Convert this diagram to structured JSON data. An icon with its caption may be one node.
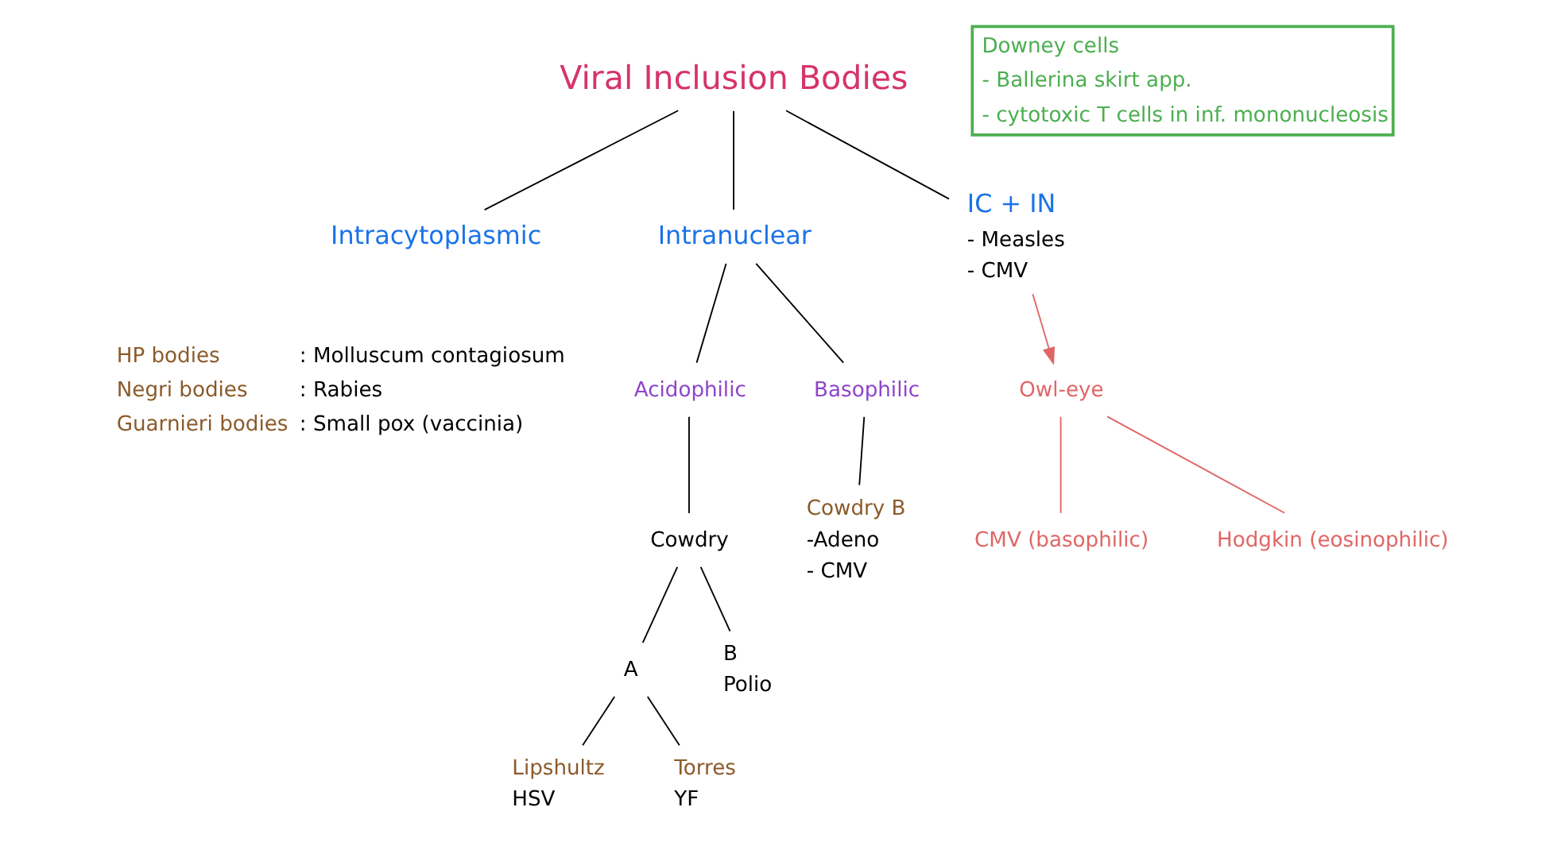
{
  "diagram": {
    "nodes": [
      {
        "text": [
          "Viral Inclusion Bodies"
        ]
      },
      {
        "text": [
          "Intracytoplasmic"
        ]
      },
      {
        "text": [
          "Intranuclear"
        ]
      },
      {
        "text": [
          "IC + IN"
        ],
        "beside": [
          "- Measles",
          "- CMV"
        ]
      },
      {
        "text": [
          "Acidophilic"
        ]
      },
      {
        "text": [
          "Basophilic"
        ]
      },
      {
        "text": [
          "Cowdry"
        ]
      },
      {
        "text": [
          "A"
        ]
      },
      {
        "text": [
          "B"
        ],
        "beside": [
          "Polio"
        ]
      },
      {
        "text": [
          "Lipshultz"
        ],
        "beside": [
          "HSV"
        ]
      },
      {
        "text": [
          "Torres"
        ],
        "beside": [
          "YF"
        ]
      },
      {
        "text": [
          "Cowdry B"
        ],
        "beside": [
          "-Adeno",
          "- CMV"
        ]
      },
      {
        "text": [
          "Owl-eye"
        ]
      },
      {
        "text": [
          "CMV (basophilic)"
        ]
      },
      {
        "text": [
          "Hodgkin (eosinophilic)"
        ]
      },
      {
        "text": [
          "Downey cells",
          "- Ballerina skirt app.",
          "- cytotoxic T cells in inf. mononucleosis"
        ]
      }
    ],
    "edges": [
      {
        "from": 0,
        "to": 1,
        "arrow": "none"
      },
      {
        "from": 0,
        "to": 2,
        "arrow": "none"
      },
      {
        "from": 0,
        "to": 3,
        "arrow": "none"
      },
      {
        "from": 2,
        "to": 4,
        "arrow": "none"
      },
      {
        "from": 2,
        "to": 5,
        "arrow": "none"
      },
      {
        "from": 4,
        "to": 6,
        "arrow": "none"
      },
      {
        "from": 6,
        "to": 7,
        "arrow": "none"
      },
      {
        "from": 6,
        "to": 8,
        "arrow": "none"
      },
      {
        "from": 7,
        "to": 9,
        "arrow": "none"
      },
      {
        "from": 7,
        "to": 10,
        "arrow": "none"
      },
      {
        "from": 5,
        "to": 11,
        "arrow": "none"
      },
      {
        "from": 3,
        "to": 12,
        "arrow": "to",
        "color": "#e06666"
      },
      {
        "from": 12,
        "to": 13,
        "arrow": "none",
        "color": "#e06666"
      },
      {
        "from": 12,
        "to": 14,
        "arrow": "none",
        "color": "#e06666"
      }
    ],
    "labels": [
      "HP bodies",
      ": Molluscum contagiosum",
      "Negri bodies",
      ": Rabies",
      "Guarnieri bodies",
      ": Small pox (vaccinia)"
    ]
  }
}
